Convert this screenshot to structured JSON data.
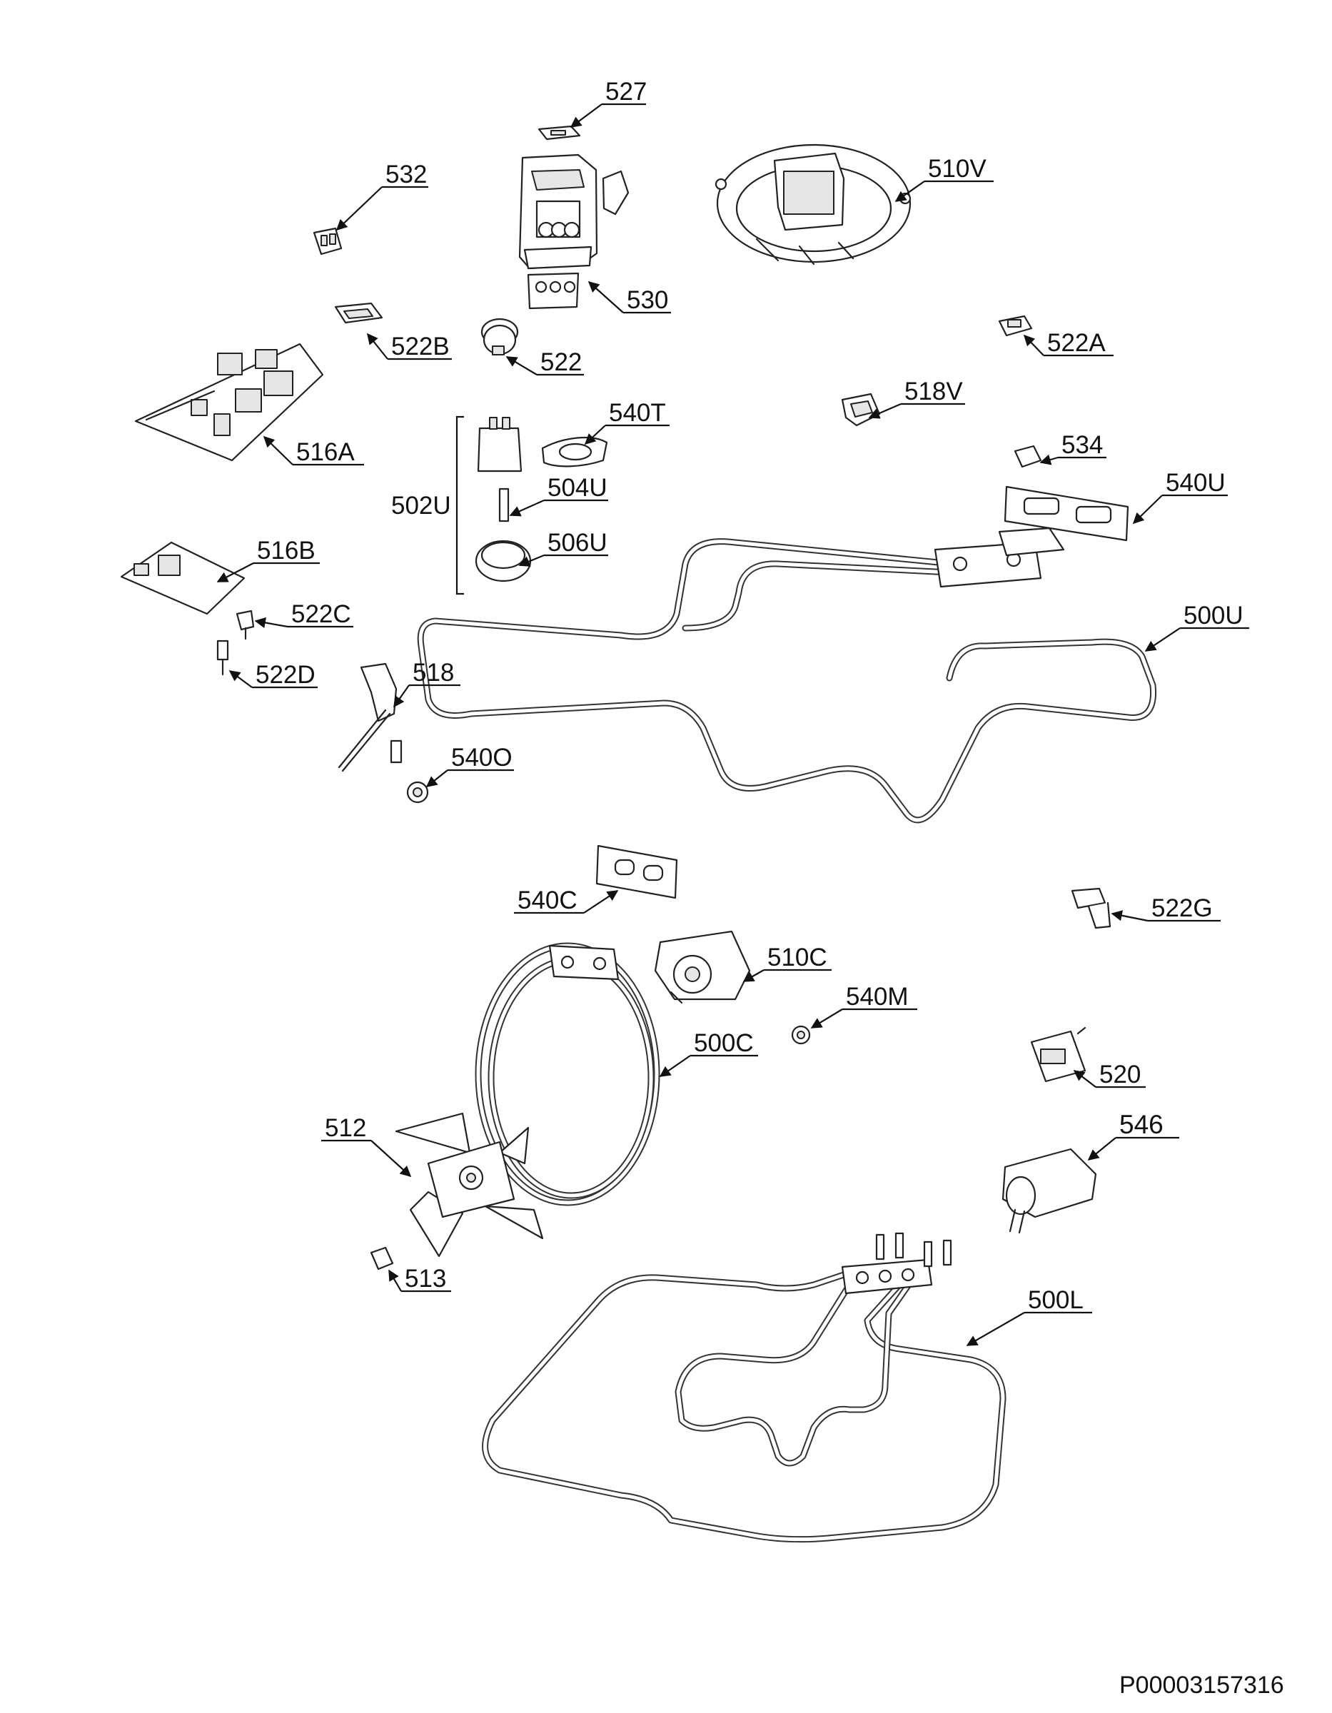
{
  "document_id": "P00003157316",
  "labels": {
    "p527": "527",
    "p532": "532",
    "p510V": "510V",
    "p530": "530",
    "p522B": "522B",
    "p522": "522",
    "p522A": "522A",
    "p516A": "516A",
    "p540T": "540T",
    "p518V": "518V",
    "p534": "534",
    "p502U": "502U",
    "p504U": "504U",
    "p540U": "540U",
    "p506U": "506U",
    "p516B": "516B",
    "p500U": "500U",
    "p522C": "522C",
    "p522D": "522D",
    "p518": "518",
    "p540O": "540O",
    "p540C": "540C",
    "p522G": "522G",
    "p510C": "510C",
    "p540M": "540M",
    "p500C": "500C",
    "p520": "520",
    "p512": "512",
    "p546": "546",
    "p513": "513",
    "p500L": "500L"
  }
}
